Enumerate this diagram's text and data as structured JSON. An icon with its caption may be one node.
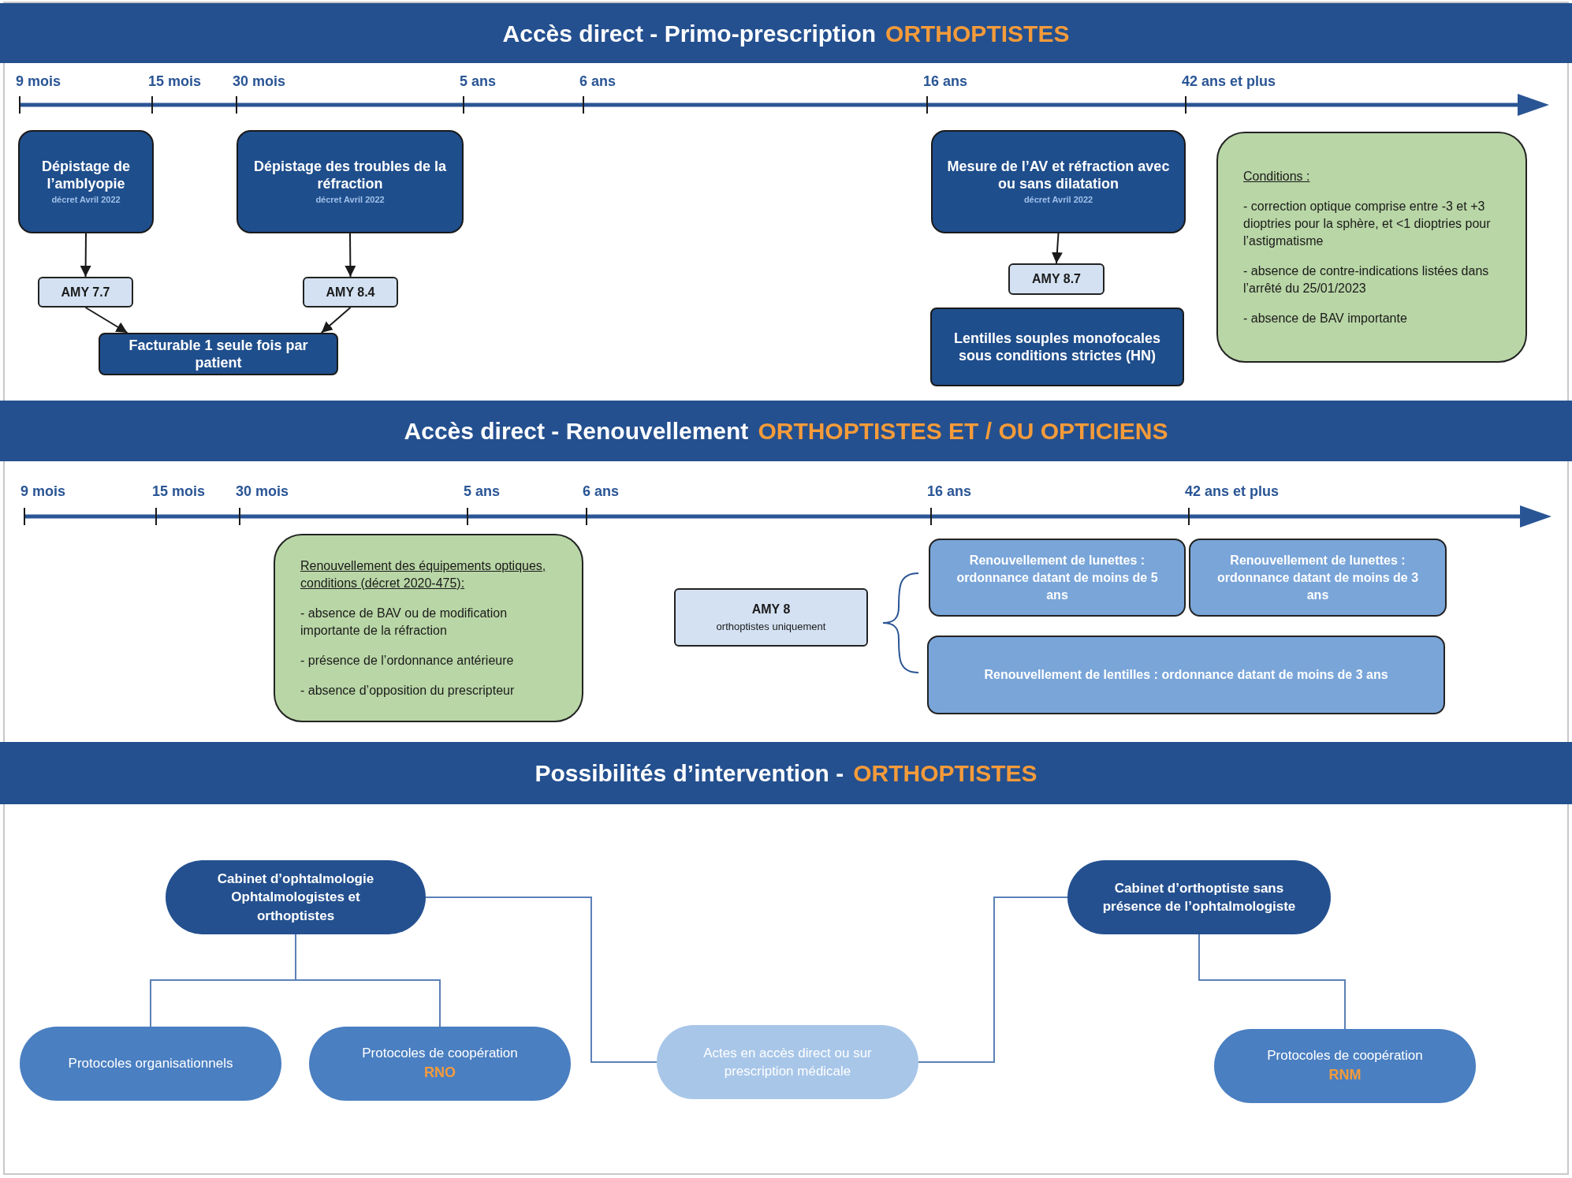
{
  "diagram": {
    "nodes": [
      {
        "text": [
          "Accès direct - Primo-prescription",
          "ORTHOPTISTES"
        ]
      },
      {
        "text": [
          "Dépistage de l’amblyopie",
          "décret Avril 2022"
        ]
      },
      {
        "text": [
          "Dépistage des troubles de la réfraction",
          "décret Avril 2022"
        ]
      },
      {
        "text": [
          "AMY 7.7"
        ]
      },
      {
        "text": [
          "AMY 8.4"
        ]
      },
      {
        "text": [
          "Facturable 1 seule fois par patient"
        ]
      },
      {
        "text": [
          "Mesure de l’AV et réfraction avec ou sans dilatation",
          "décret Avril 2022"
        ]
      },
      {
        "text": [
          "AMY 8.7"
        ]
      },
      {
        "text": [
          "Lentilles souples monofocales sous conditions strictes (HN)"
        ]
      },
      {
        "text": [
          "Conditions :",
          "- correction optique comprise entre -3 et +3 dioptries pour la sphère, et <1 dioptries pour l’astigmatisme",
          "- absence de contre-indications listées dans l’arrêté du 25/01/2023",
          "- absence de BAV importante"
        ]
      },
      {
        "text": [
          "Accès direct - Renouvellement",
          "ORTHOPTISTES ET / OU OPTICIENS"
        ]
      },
      {
        "text": [
          "Renouvellement des équipements optiques, conditions (décret 2020-475):",
          "- absence de BAV ou de modification importante de la réfraction",
          "- présence de l’ordonnance antérieure",
          "- absence d’opposition du prescripteur"
        ]
      },
      {
        "text": [
          "AMY 8",
          "orthoptistes uniquement"
        ]
      },
      {
        "text": [
          "Renouvellement de lunettes : ordonnance datant de moins de 5 ans"
        ]
      },
      {
        "text": [
          "Renouvellement de lunettes : ordonnance datant de moins de 3 ans"
        ]
      },
      {
        "text": [
          "Renouvellement de lentilles : ordonnance datant de moins de 3 ans"
        ]
      },
      {
        "text": [
          "Possibilités d’intervention -",
          "ORTHOPTISTES"
        ]
      },
      {
        "text": [
          "Cabinet d’ophtalmologie Ophtalmologistes et orthoptistes"
        ]
      },
      {
        "text": [
          "Cabinet d’orthoptiste sans présence de l’ophtalmologiste"
        ]
      },
      {
        "text": [
          "Protocoles organisationnels"
        ]
      },
      {
        "text": [
          "Protocoles de coopération",
          "RNO"
        ]
      },
      {
        "text": [
          "Actes en accès direct ou sur prescription médicale"
        ]
      },
      {
        "text": [
          "Protocoles de coopération",
          "RNM"
        ]
      }
    ],
    "edges": [
      {
        "from": 1,
        "to": 3,
        "arrow": "to"
      },
      {
        "from": 2,
        "to": 4,
        "arrow": "to"
      },
      {
        "from": 3,
        "to": 5,
        "arrow": "to"
      },
      {
        "from": 4,
        "to": 5,
        "arrow": "to"
      },
      {
        "from": 6,
        "to": 7,
        "arrow": "to"
      },
      {
        "from": 17,
        "to": 19,
        "arrow": "none",
        "color": "#5b80b8"
      },
      {
        "from": 17,
        "to": 20,
        "arrow": "none",
        "color": "#5b80b8"
      },
      {
        "from": 17,
        "to": 21,
        "arrow": "none",
        "color": "#5b80b8"
      },
      {
        "from": 21,
        "to": 18,
        "arrow": "none",
        "color": "#5b80b8"
      },
      {
        "from": 18,
        "to": 22,
        "arrow": "none",
        "color": "#5b80b8"
      }
    ],
    "labels": [
      "9 mois",
      "15 mois",
      "30 mois",
      "5 ans",
      "6 ans",
      "16 ans",
      "42 ans et plus",
      "9 mois",
      "15 mois",
      "30 mois",
      "5 ans",
      "6 ans",
      "16 ans",
      "42 ans et plus"
    ]
  }
}
